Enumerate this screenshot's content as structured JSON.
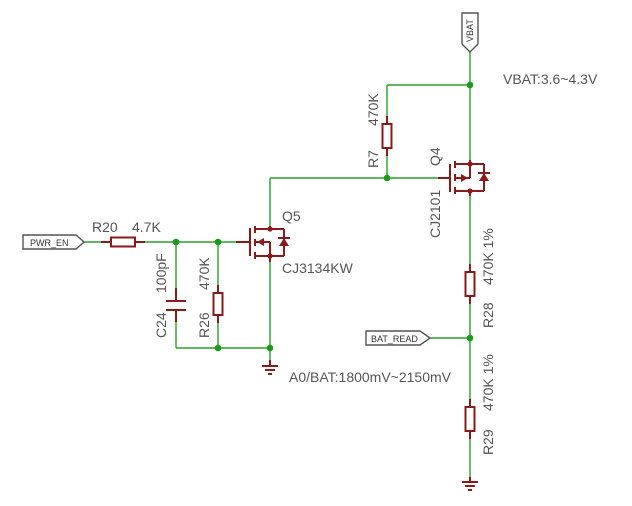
{
  "diagram": {
    "colors": {
      "wire": "#2aa02a",
      "component": "#8b1a1a",
      "node": "#1c9a1c",
      "text": "#555555"
    },
    "ports": {
      "pwr_en": "PWR_EN",
      "bat_read": "BAT_READ",
      "vbat": "VBAT"
    },
    "components": {
      "r20": {
        "ref": "R20",
        "value": "4.7K"
      },
      "c24": {
        "ref": "C24",
        "value": "100pF"
      },
      "r26": {
        "ref": "R26",
        "value": "470K"
      },
      "q5": {
        "ref": "Q5",
        "part": "CJ3134KW"
      },
      "r7": {
        "ref": "R7",
        "value": "470K"
      },
      "q4": {
        "ref": "Q4",
        "part": "CJ2101"
      },
      "r28": {
        "ref": "R28",
        "value": "470K 1%"
      },
      "r29": {
        "ref": "R29",
        "value": "470K 1%"
      }
    },
    "notes": {
      "vbat_range": "VBAT:3.6~4.3V",
      "adc_range": "A0/BAT:1800mV~2150mV"
    }
  }
}
